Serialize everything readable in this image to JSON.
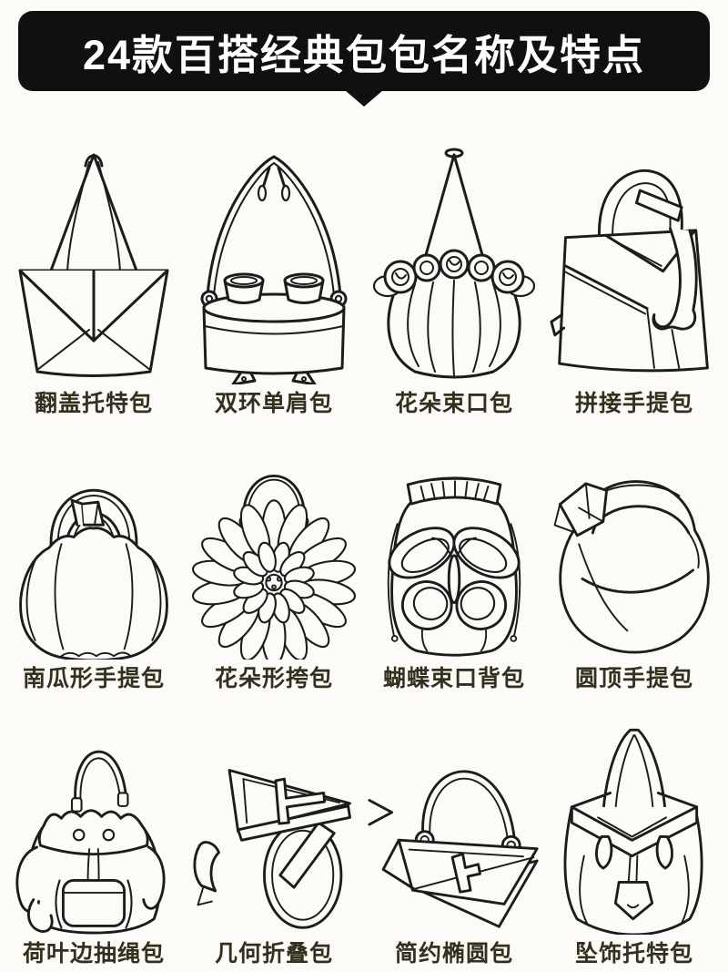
{
  "title": "24款百搭经典包包名称及特点",
  "colors": {
    "background": "#fcfbf8",
    "header_bg": "#101010",
    "header_text": "#ffffff",
    "label_text": "#33301e",
    "line_art": "#1c1c1c"
  },
  "bags": [
    {
      "name": "翻盖托特包",
      "icon": "flap-tote-bag-icon"
    },
    {
      "name": "双环单肩包",
      "icon": "double-ring-shoulder-bag-icon"
    },
    {
      "name": "花朵束口包",
      "icon": "flower-drawstring-bag-icon"
    },
    {
      "name": "拼接手提包",
      "icon": "patchwork-handbag-icon"
    },
    {
      "name": "南瓜形手提包",
      "icon": "pumpkin-handbag-icon"
    },
    {
      "name": "花朵形挎包",
      "icon": "flower-shaped-crossbody-icon"
    },
    {
      "name": "蝴蝶束口背包",
      "icon": "butterfly-drawstring-backpack-icon"
    },
    {
      "name": "圆顶手提包",
      "icon": "dome-handbag-icon"
    },
    {
      "name": "荷叶边抽绳包",
      "icon": "ruffle-drawstring-bag-icon"
    },
    {
      "name": "几何折叠包",
      "icon": "geometric-folding-bag-icon"
    },
    {
      "name": "简约椭圆包",
      "icon": "simple-oval-bag-icon"
    },
    {
      "name": "坠饰托特包",
      "icon": "charm-tote-bag-icon"
    }
  ]
}
